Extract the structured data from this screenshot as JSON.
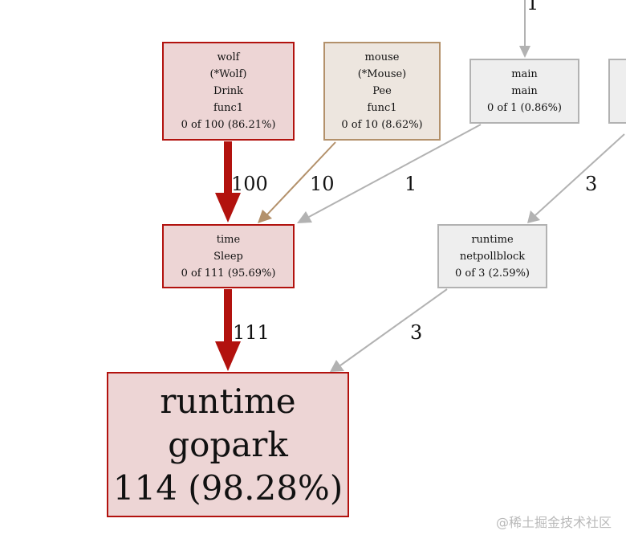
{
  "nodes": {
    "wolf": [
      "wolf",
      "(*Wolf)",
      "Drink",
      "func1",
      "0 of 100 (86.21%)"
    ],
    "mouse": [
      "mouse",
      "(*Mouse)",
      "Pee",
      "func1",
      "0 of 10 (8.62%)"
    ],
    "main": [
      "main",
      "main",
      "0 of 1 (0.86%)"
    ],
    "sleep": [
      "time",
      "Sleep",
      "0 of 111 (95.69%)"
    ],
    "netpoll": [
      "runtime",
      "netpollblock",
      "0 of 3 (2.59%)"
    ],
    "gopark": [
      "runtime",
      "gopark",
      "114 (98.28%)"
    ]
  },
  "edges": {
    "into_main": "1",
    "wolf_to_sleep": "100",
    "mouse_to_sleep": "10",
    "main_to_sleep": "1",
    "offright_to_netpoll": "3",
    "sleep_to_gopark": "111",
    "netpoll_to_gopark": "3"
  },
  "colors": {
    "hot_fill": "#edd5d5",
    "hot_border": "#b2120e",
    "warm_fill": "#ede6df",
    "warm_border": "#b3916b",
    "cold_fill": "#eeeeee",
    "cold_border": "#b2b2b2"
  },
  "watermark": "@稀土掘金技术社区"
}
